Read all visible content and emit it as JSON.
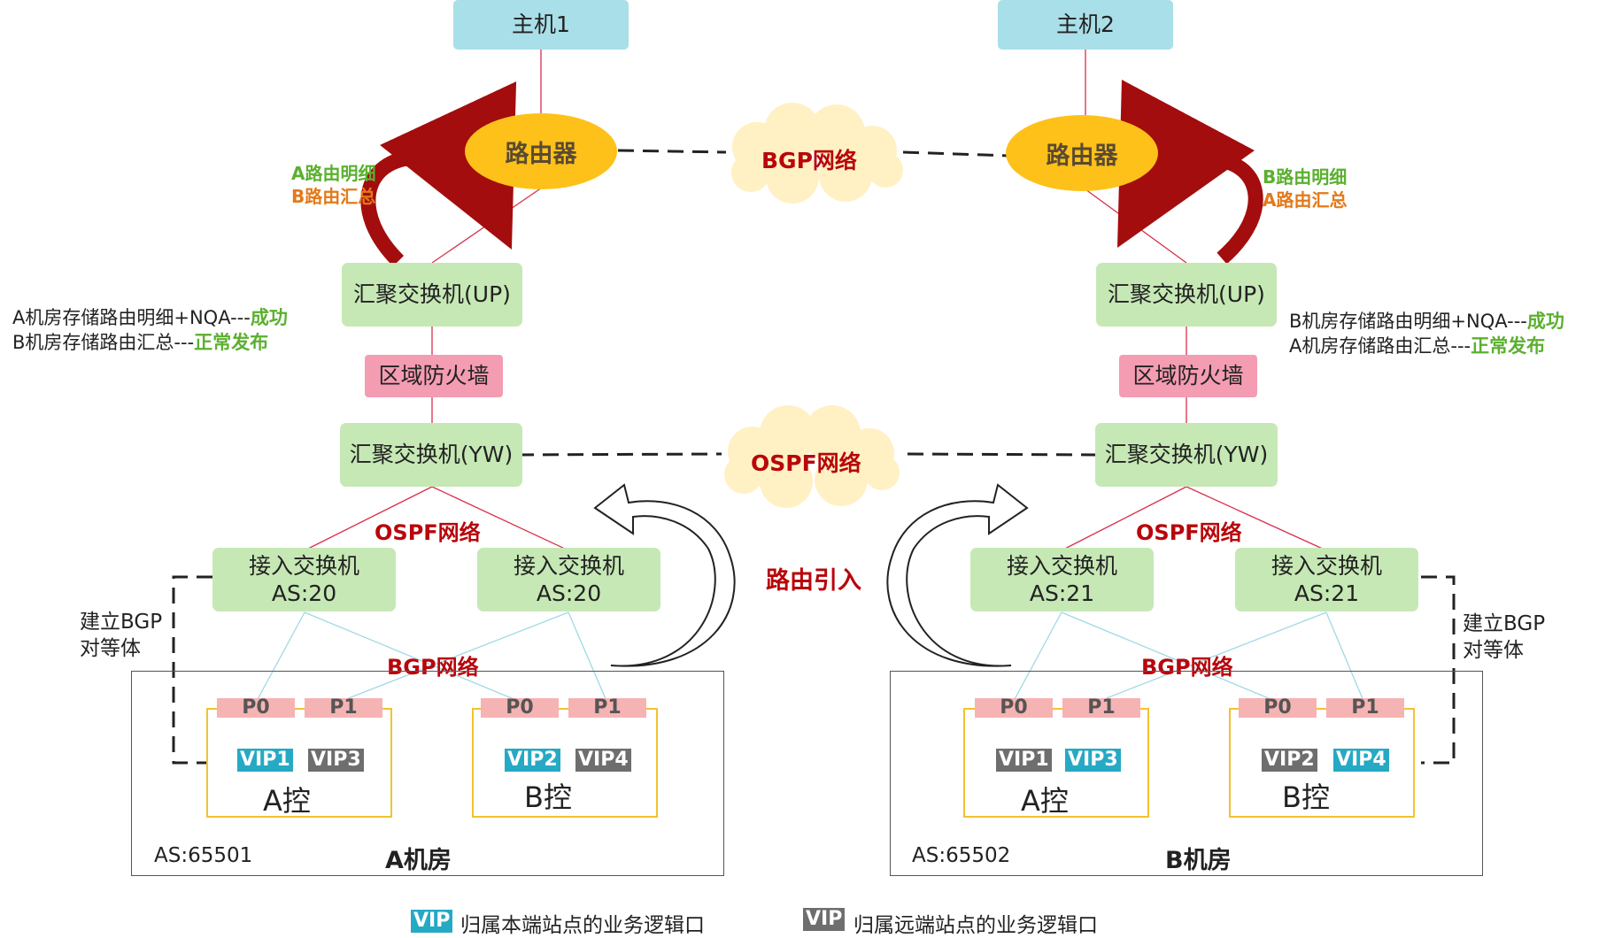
{
  "hosts": {
    "left": "主机1",
    "right": "主机2"
  },
  "router": "路由器",
  "bgp_net": "BGP网络",
  "ospf_net": "OSPF网络",
  "agg_up": "汇聚交换机(UP)",
  "firewall": "区域防火墙",
  "agg_yw": "汇聚交换机(YW)",
  "access_switch": "接入交换机",
  "as_left": "AS:20",
  "as_right": "AS:21",
  "route_import": "路由引入",
  "bgp_peer": "建立BGP\n对等体",
  "ports": {
    "p0": "P0",
    "p1": "P1"
  },
  "vips": {
    "vip1": "VIP1",
    "vip2": "VIP2",
    "vip3": "VIP3",
    "vip4": "VIP4"
  },
  "ctrl": {
    "a": "A控",
    "b": "B控"
  },
  "rooms": {
    "left": {
      "as": "AS:65501",
      "name": "A机房"
    },
    "right": {
      "as": "AS:65502",
      "name": "B机房"
    }
  },
  "router_note_left": {
    "line1": "A路由明细",
    "line2": "B路由汇总"
  },
  "router_note_right": {
    "line1": "B路由明细",
    "line2": "A路由汇总"
  },
  "status_left": {
    "line1_prefix": "A机房存储路由明细+NQA---",
    "line1_status": "成功",
    "line2_prefix": "B机房存储路由汇总---",
    "line2_status": "正常发布"
  },
  "status_right": {
    "line1_prefix": "B机房存储路由明细+NQA---",
    "line1_status": "成功",
    "line2_prefix": "A机房存储路由汇总---",
    "line2_status": "正常发布"
  },
  "legend": {
    "badge": "VIP",
    "local": "归属本端站点的业务逻辑口",
    "remote": "归属远端站点的业务逻辑口"
  },
  "colors": {
    "host": "#a9dfe8",
    "switch": "#c6e8b5",
    "firewall": "#f49cb2",
    "router": "#fdc11a",
    "cloud": "#fff1c4",
    "vip_local": "#26a9c4",
    "vip_remote": "#6e6e6e",
    "arrow_red": "#a30d0d",
    "label_red": "#b8060b",
    "label_green": "#5bb02f",
    "label_orange": "#e27a1a"
  }
}
